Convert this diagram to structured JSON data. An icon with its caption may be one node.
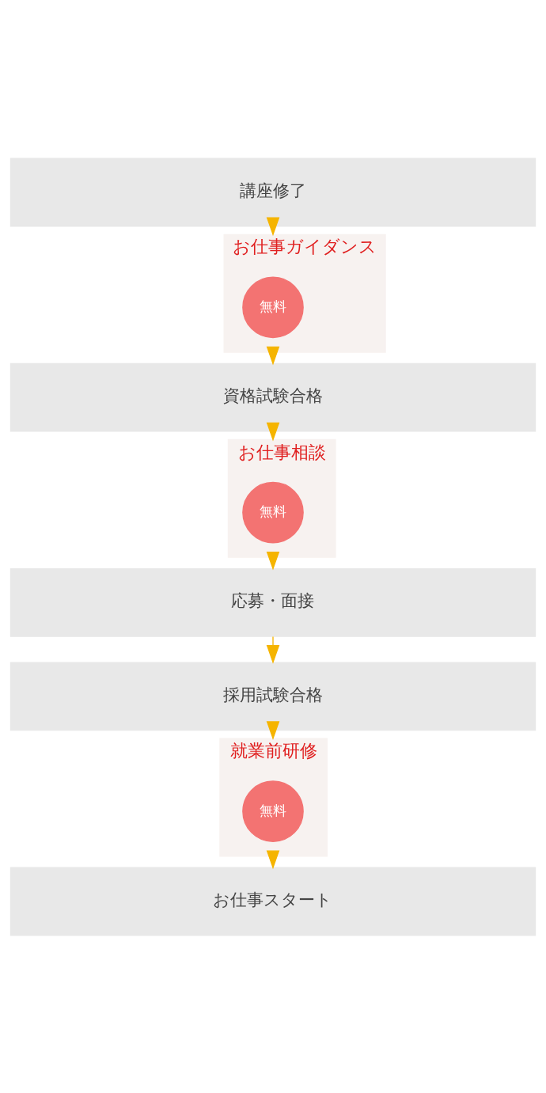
{
  "diagram": {
    "nodes": [
      {
        "text": [
          "講座修了"
        ]
      },
      {
        "text": [
          "お仕事ガイダンス"
        ]
      },
      {
        "text": [
          "無料"
        ],
        "in": 1
      },
      {
        "text": [
          "資格試験合格"
        ]
      },
      {
        "text": [
          "お仕事相談"
        ]
      },
      {
        "text": [
          "無料"
        ],
        "in": 4
      },
      {
        "text": [
          "応募・面接"
        ]
      },
      {
        "text": [
          "採用試験合格"
        ]
      },
      {
        "text": [
          "就業前研修"
        ]
      },
      {
        "text": [
          "無料"
        ],
        "in": 8
      },
      {
        "text": [
          "お仕事スタート"
        ]
      }
    ],
    "edges": [
      {
        "from": 0,
        "to": 1,
        "arrow": "to"
      },
      {
        "from": 1,
        "to": 3,
        "arrow": "to"
      },
      {
        "from": 3,
        "to": 4,
        "arrow": "to"
      },
      {
        "from": 4,
        "to": 6,
        "arrow": "to"
      },
      {
        "from": 6,
        "to": 7,
        "arrow": "to"
      },
      {
        "from": 7,
        "to": 8,
        "arrow": "to"
      },
      {
        "from": 8,
        "to": 10,
        "arrow": "to"
      }
    ]
  }
}
